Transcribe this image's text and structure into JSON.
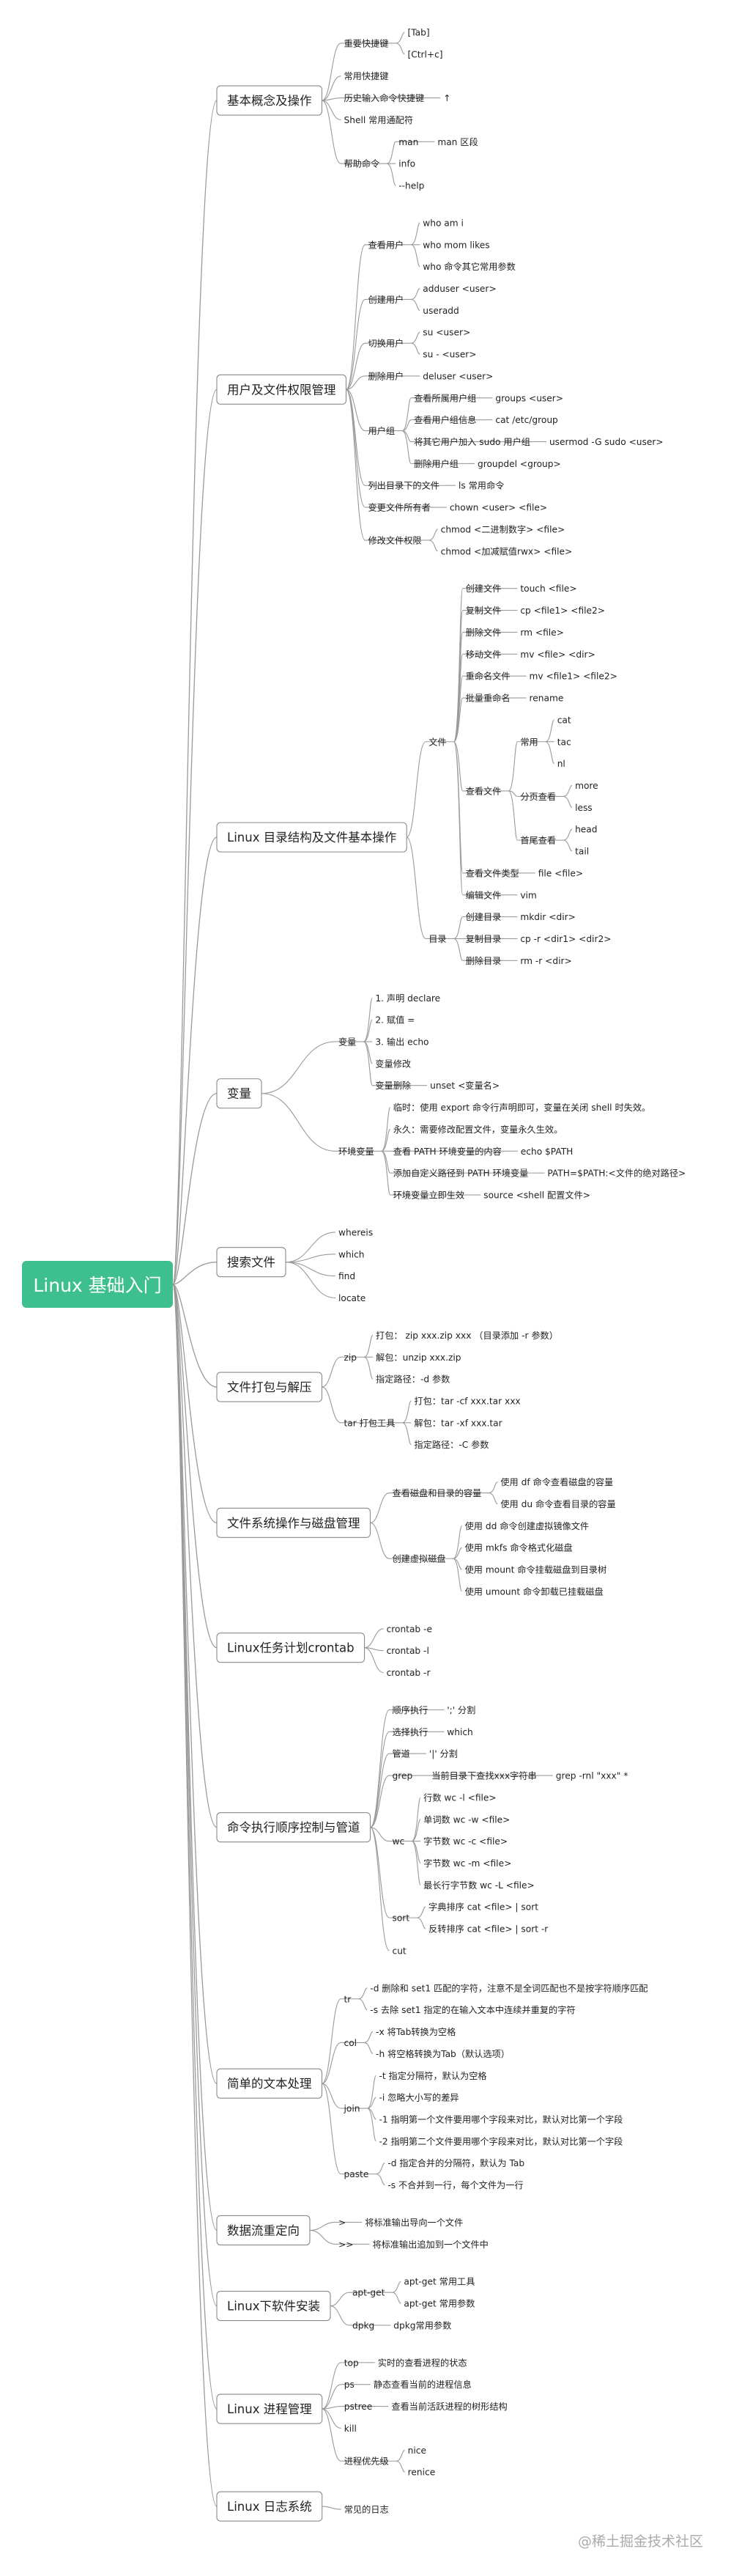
{
  "root": {
    "label": "Linux 基础入门",
    "color": "#3dbf8f"
  },
  "colors": {
    "line": "#9a9a9a",
    "branch_border": "#8a8a8a",
    "text": "#222222"
  },
  "watermark": "@稀土掘金技术社区",
  "branches": [
    {
      "label": "基本概念及操作",
      "children": [
        {
          "label": "重要快捷键",
          "children": [
            {
              "label": "[Tab]"
            },
            {
              "label": "[Ctrl+c]"
            }
          ]
        },
        {
          "label": "常用快捷键"
        },
        {
          "label": "历史输入命令快捷键",
          "children": [
            {
              "label": "↑"
            }
          ]
        },
        {
          "label": "Shell 常用通配符"
        },
        {
          "label": "帮助命令",
          "children": [
            {
              "label": "man",
              "children": [
                {
                  "label": "man 区段"
                }
              ]
            },
            {
              "label": "info"
            },
            {
              "label": "--help"
            }
          ]
        }
      ]
    },
    {
      "label": "用户及文件权限管理",
      "children": [
        {
          "label": "查看用户",
          "children": [
            {
              "label": "who am i"
            },
            {
              "label": "who mom likes"
            },
            {
              "label": "who 命令其它常用参数"
            }
          ]
        },
        {
          "label": "创建用户",
          "children": [
            {
              "label": "adduser <user>"
            },
            {
              "label": "useradd"
            }
          ]
        },
        {
          "label": "切换用户",
          "children": [
            {
              "label": "su <user>"
            },
            {
              "label": "su - <user>"
            }
          ]
        },
        {
          "label": "删除用户",
          "children": [
            {
              "label": "deluser <user>"
            }
          ]
        },
        {
          "label": "用户组",
          "children": [
            {
              "label": "查看所属用户组",
              "children": [
                {
                  "label": "groups <user>"
                }
              ]
            },
            {
              "label": "查看用户组信息",
              "children": [
                {
                  "label": "cat /etc/group"
                }
              ]
            },
            {
              "label": "将其它用户加入 sudo 用户组",
              "children": [
                {
                  "label": "usermod -G sudo <user>"
                }
              ]
            },
            {
              "label": "删除用户组",
              "children": [
                {
                  "label": "groupdel <group>"
                }
              ]
            }
          ]
        },
        {
          "label": "列出目录下的文件",
          "children": [
            {
              "label": "ls 常用命令"
            }
          ]
        },
        {
          "label": "变更文件所有者",
          "children": [
            {
              "label": "chown <user> <file>"
            }
          ]
        },
        {
          "label": "修改文件权限",
          "children": [
            {
              "label": "chmod <二进制数字> <file>"
            },
            {
              "label": "chmod <加减赋值rwx> <file>"
            }
          ]
        }
      ]
    },
    {
      "label": "Linux 目录结构及文件基本操作",
      "children": [
        {
          "label": "文件",
          "children": [
            {
              "label": "创建文件",
              "children": [
                {
                  "label": "touch <file>"
                }
              ]
            },
            {
              "label": "复制文件",
              "children": [
                {
                  "label": "cp <file1> <file2>"
                }
              ]
            },
            {
              "label": "删除文件",
              "children": [
                {
                  "label": "rm <file>"
                }
              ]
            },
            {
              "label": "移动文件",
              "children": [
                {
                  "label": "mv <file> <dir>"
                }
              ]
            },
            {
              "label": "重命名文件",
              "children": [
                {
                  "label": "mv <file1> <file2>"
                }
              ]
            },
            {
              "label": "批量重命名",
              "children": [
                {
                  "label": "rename"
                }
              ]
            },
            {
              "label": "查看文件",
              "children": [
                {
                  "label": "常用",
                  "children": [
                    {
                      "label": "cat"
                    },
                    {
                      "label": "tac"
                    },
                    {
                      "label": "nl"
                    }
                  ]
                },
                {
                  "label": "分页查看",
                  "children": [
                    {
                      "label": "more"
                    },
                    {
                      "label": "less"
                    }
                  ]
                },
                {
                  "label": "首尾查看",
                  "children": [
                    {
                      "label": "head"
                    },
                    {
                      "label": "tail"
                    }
                  ]
                }
              ]
            },
            {
              "label": "查看文件类型",
              "children": [
                {
                  "label": "file <file>"
                }
              ]
            },
            {
              "label": "编辑文件",
              "children": [
                {
                  "label": "vim"
                }
              ]
            }
          ]
        },
        {
          "label": "目录",
          "children": [
            {
              "label": "创建目录",
              "children": [
                {
                  "label": "mkdir <dir>"
                }
              ]
            },
            {
              "label": "复制目录",
              "children": [
                {
                  "label": "cp -r <dir1> <dir2>"
                }
              ]
            },
            {
              "label": "删除目录",
              "children": [
                {
                  "label": "rm -r <dir>"
                }
              ]
            }
          ]
        }
      ]
    },
    {
      "label": "变量",
      "children": [
        {
          "label": "变量",
          "children": [
            {
              "label": "1. 声明 declare"
            },
            {
              "label": "2. 赋值 ="
            },
            {
              "label": "3. 输出 echo"
            },
            {
              "label": "变量修改"
            },
            {
              "label": "变量删除",
              "children": [
                {
                  "label": "unset <变量名>"
                }
              ]
            }
          ]
        },
        {
          "label": "环境变量",
          "children": [
            {
              "label": "临时：使用 export 命令行声明即可，变量在关闭 shell 时失效。"
            },
            {
              "label": "永久：需要修改配置文件，变量永久生效。"
            },
            {
              "label": "查看 PATH 环境变量的内容",
              "children": [
                {
                  "label": "echo $PATH"
                }
              ]
            },
            {
              "label": "添加自定义路径到 PATH 环境变量",
              "children": [
                {
                  "label": "PATH=$PATH:<文件的绝对路径>"
                }
              ]
            },
            {
              "label": "环境变量立即生效",
              "children": [
                {
                  "label": "source <shell 配置文件>"
                }
              ]
            }
          ]
        }
      ]
    },
    {
      "label": "搜索文件",
      "children": [
        {
          "label": "whereis"
        },
        {
          "label": "which"
        },
        {
          "label": "find"
        },
        {
          "label": "locate"
        }
      ]
    },
    {
      "label": "文件打包与解压",
      "children": [
        {
          "label": "zip",
          "children": [
            {
              "label": "打包： zip xxx.zip xxx （目录添加 -r 参数）"
            },
            {
              "label": "解包：unzip xxx.zip"
            },
            {
              "label": "指定路径：-d 参数"
            }
          ]
        },
        {
          "label": "tar 打包工具",
          "children": [
            {
              "label": "打包：tar -cf xxx.tar xxx"
            },
            {
              "label": "解包：tar -xf xxx.tar"
            },
            {
              "label": "指定路径：-C 参数"
            }
          ]
        }
      ]
    },
    {
      "label": "文件系统操作与磁盘管理",
      "children": [
        {
          "label": "查看磁盘和目录的容量",
          "children": [
            {
              "label": "使用 df 命令查看磁盘的容量"
            },
            {
              "label": "使用 du 命令查看目录的容量"
            }
          ]
        },
        {
          "label": "创建虚拟磁盘",
          "children": [
            {
              "label": "使用 dd 命令创建虚拟镜像文件"
            },
            {
              "label": "使用 mkfs 命令格式化磁盘"
            },
            {
              "label": "使用 mount 命令挂载磁盘到目录树"
            },
            {
              "label": "使用 umount 命令卸载已挂载磁盘"
            }
          ]
        }
      ]
    },
    {
      "label": "Linux任务计划crontab",
      "children": [
        {
          "label": "crontab -e"
        },
        {
          "label": "crontab -l"
        },
        {
          "label": "crontab -r"
        }
      ]
    },
    {
      "label": "命令执行顺序控制与管道",
      "children": [
        {
          "label": "顺序执行",
          "children": [
            {
              "label": "';' 分割"
            }
          ]
        },
        {
          "label": "选择执行",
          "children": [
            {
              "label": "which"
            }
          ]
        },
        {
          "label": "管道",
          "children": [
            {
              "label": "'|' 分割"
            }
          ]
        },
        {
          "label": "grep",
          "children": [
            {
              "label": "当前目录下查找xxx字符串",
              "children": [
                {
                  "label": "grep -rnl \"xxx\" *"
                }
              ]
            }
          ]
        },
        {
          "label": "wc",
          "children": [
            {
              "label": "行数 wc -l <file>"
            },
            {
              "label": "单词数 wc -w <file>"
            },
            {
              "label": "字节数 wc -c <file>"
            },
            {
              "label": "字节数 wc -m <file>"
            },
            {
              "label": "最长行字节数 wc -L <file>"
            }
          ]
        },
        {
          "label": "sort",
          "children": [
            {
              "label": "字典排序 cat <file> | sort"
            },
            {
              "label": "反转排序 cat <file> | sort -r"
            }
          ]
        },
        {
          "label": "cut"
        }
      ]
    },
    {
      "label": "简单的文本处理",
      "children": [
        {
          "label": "tr",
          "children": [
            {
              "label": "-d 删除和 set1 匹配的字符，注意不是全词匹配也不是按字符顺序匹配"
            },
            {
              "label": "-s 去除 set1 指定的在输入文本中连续并重复的字符"
            }
          ]
        },
        {
          "label": "col",
          "children": [
            {
              "label": "-x 将Tab转换为空格"
            },
            {
              "label": "-h 将空格转换为Tab（默认选项）"
            }
          ]
        },
        {
          "label": "join",
          "children": [
            {
              "label": "-t 指定分隔符，默认为空格"
            },
            {
              "label": "-i 忽略大小写的差异"
            },
            {
              "label": "-1 指明第一个文件要用哪个字段来对比，默认对比第一个字段"
            },
            {
              "label": "-2 指明第二个文件要用哪个字段来对比，默认对比第一个字段"
            }
          ]
        },
        {
          "label": "paste",
          "children": [
            {
              "label": "-d 指定合并的分隔符，默认为 Tab"
            },
            {
              "label": "-s 不合并到一行，每个文件为一行"
            }
          ]
        }
      ]
    },
    {
      "label": "数据流重定向",
      "children": [
        {
          "label": ">",
          "children": [
            {
              "label": "将标准输出导向一个文件"
            }
          ]
        },
        {
          "label": ">>",
          "children": [
            {
              "label": "将标准输出追加到一个文件中"
            }
          ]
        }
      ]
    },
    {
      "label": "Linux下软件安装",
      "children": [
        {
          "label": "apt-get",
          "children": [
            {
              "label": "apt-get 常用工具"
            },
            {
              "label": "apt-get 常用参数"
            }
          ]
        },
        {
          "label": "dpkg",
          "children": [
            {
              "label": "dpkg常用参数"
            }
          ]
        }
      ]
    },
    {
      "label": "Linux 进程管理",
      "children": [
        {
          "label": "top",
          "children": [
            {
              "label": "实时的查看进程的状态"
            }
          ]
        },
        {
          "label": "ps",
          "children": [
            {
              "label": "静态查看当前的进程信息"
            }
          ]
        },
        {
          "label": "pstree",
          "children": [
            {
              "label": "查看当前活跃进程的树形结构"
            }
          ]
        },
        {
          "label": "kill"
        },
        {
          "label": "进程优先级",
          "children": [
            {
              "label": "nice"
            },
            {
              "label": "renice"
            }
          ]
        }
      ]
    },
    {
      "label": "Linux 日志系统",
      "children": [
        {
          "label": "常见的日志"
        }
      ]
    }
  ]
}
